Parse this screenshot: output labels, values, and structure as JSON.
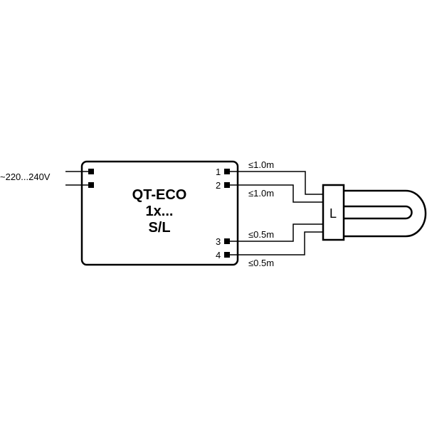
{
  "supply_label": "~220...240V",
  "ballast": {
    "line1": "QT-ECO",
    "line2": "1x...",
    "line3": "S/L"
  },
  "terminals": [
    "1",
    "2",
    "3",
    "4"
  ],
  "cable_lengths": [
    "≤1.0m",
    "≤1.0m",
    "≤0.5m",
    "≤0.5m"
  ],
  "lamp_label": "L"
}
